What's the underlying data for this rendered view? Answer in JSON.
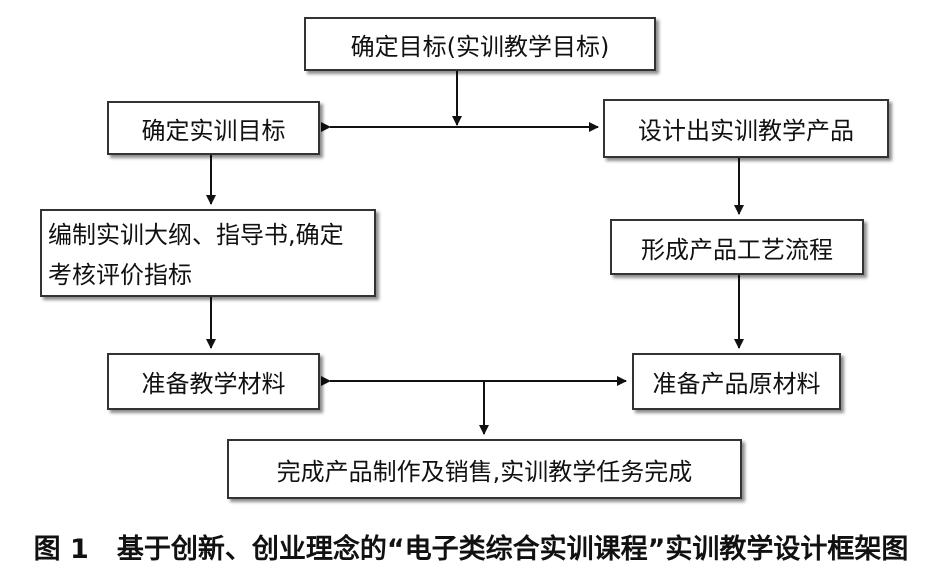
{
  "nodes": {
    "goal": "确定目标(实训教学目标)",
    "training_goal": "确定实训目标",
    "design_product": "设计出实训教学产品",
    "syllabus_line1": "编制实训大纲、指导书,确定",
    "syllabus_line2": "考核评价指标",
    "process_flow": "形成产品工艺流程",
    "teaching_materials": "准备教学材料",
    "raw_materials": "准备产品原材料",
    "complete": "完成产品制作及销售,实训教学任务完成"
  },
  "caption": {
    "label": "图 1",
    "title": "基于创新、创业理念的“电子类综合实训课程”实训教学设计框架图"
  }
}
